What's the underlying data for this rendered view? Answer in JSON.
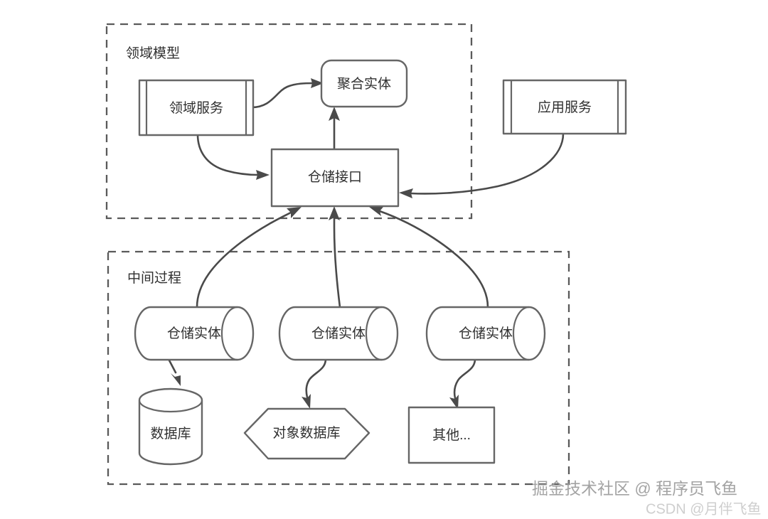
{
  "diagram": {
    "title_hidden": "",
    "groups": [
      {
        "id": "domain-model",
        "label": "领域模型"
      },
      {
        "id": "intermediate-process",
        "label": "中间过程"
      }
    ],
    "nodes": {
      "domain_service": {
        "label": "领域服务",
        "shape": "component"
      },
      "aggregate_entity": {
        "label": "聚合实体",
        "shape": "rounded-rect"
      },
      "repository_interface": {
        "label": "仓储接口",
        "shape": "rect"
      },
      "application_service": {
        "label": "应用服务",
        "shape": "component"
      },
      "repository_entity_1": {
        "label": "仓储实体",
        "shape": "cylinder-horizontal"
      },
      "repository_entity_2": {
        "label": "仓储实体",
        "shape": "cylinder-horizontal"
      },
      "repository_entity_3": {
        "label": "仓储实体",
        "shape": "cylinder-horizontal"
      },
      "database": {
        "label": "数据库",
        "shape": "cylinder-vertical"
      },
      "object_database": {
        "label": "对象数据库",
        "shape": "hexagon"
      },
      "other": {
        "label": "其他...",
        "shape": "rect"
      }
    },
    "edges": [
      {
        "from": "domain_service",
        "to": "aggregate_entity"
      },
      {
        "from": "domain_service",
        "to": "repository_interface"
      },
      {
        "from": "repository_interface",
        "to": "aggregate_entity"
      },
      {
        "from": "application_service",
        "to": "repository_interface"
      },
      {
        "from": "repository_entity_1",
        "to": "repository_interface"
      },
      {
        "from": "repository_entity_2",
        "to": "repository_interface"
      },
      {
        "from": "repository_entity_3",
        "to": "repository_interface"
      },
      {
        "from": "repository_entity_1",
        "to": "database"
      },
      {
        "from": "repository_entity_2",
        "to": "object_database"
      },
      {
        "from": "repository_entity_3",
        "to": "other"
      }
    ],
    "colors": {
      "shape_stroke": "#666666",
      "group_stroke": "#5a5a5a",
      "connector": "#4a4a4a",
      "text": "#303030",
      "background": "#ffffff"
    }
  },
  "watermarks": {
    "primary": "掘金技术社区 @ 程序员飞鱼",
    "secondary": "CSDN @月伴飞鱼"
  }
}
